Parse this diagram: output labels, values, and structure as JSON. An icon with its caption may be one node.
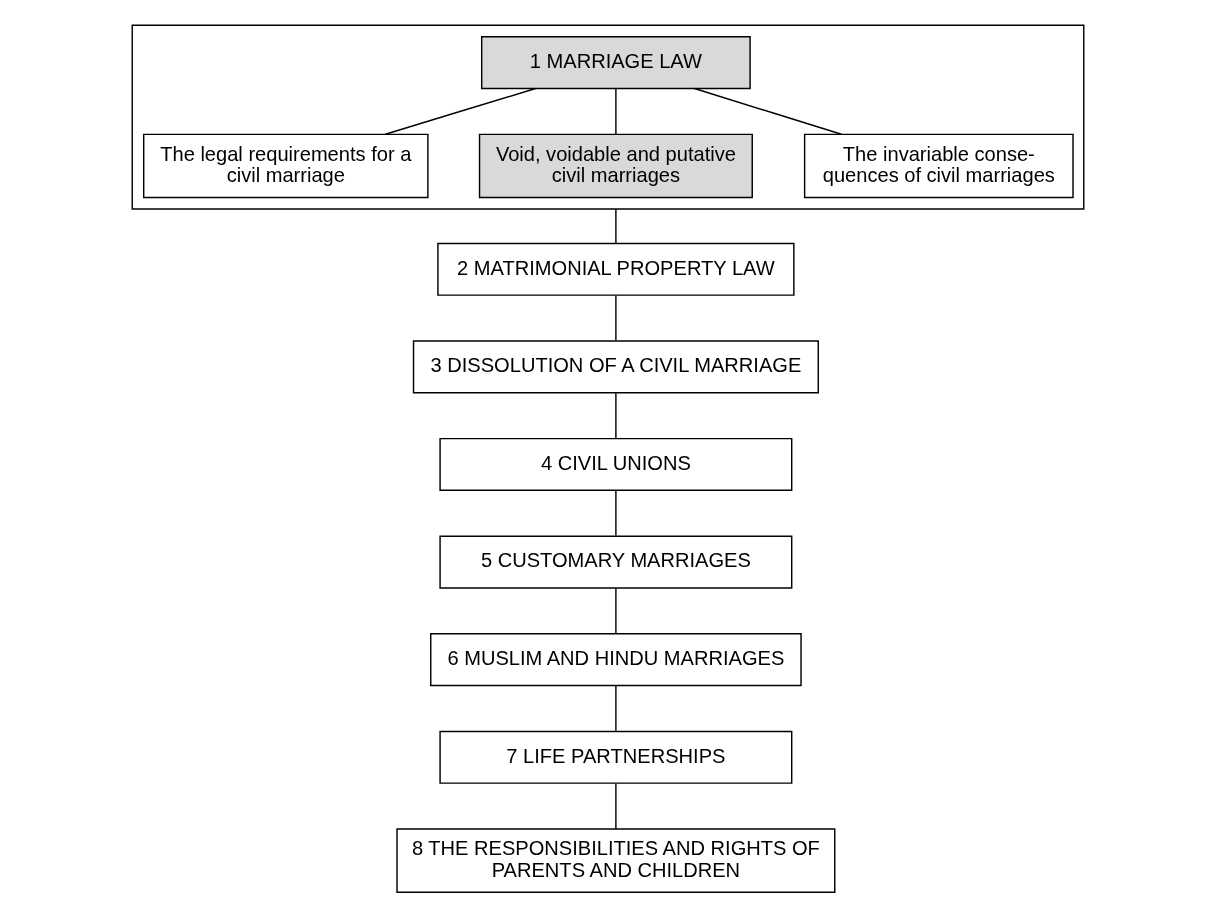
{
  "diagram": {
    "nodes": [
      {
        "text": [],
        "shape": "box"
      },
      {
        "text": [
          "1 MARRIAGE LAW"
        ],
        "in": 0
      },
      {
        "text": [
          "The legal requirements for a civil marriage"
        ],
        "in": 0
      },
      {
        "text": [
          "Void, voidable and putative civil marriages"
        ],
        "in": 0
      },
      {
        "text": [
          "The invariable conse- quences of civil marriages"
        ],
        "in": 0
      },
      {
        "text": [
          "2 MATRIMONIAL PROPERTY LAW"
        ]
      },
      {
        "text": [
          "3 DISSOLUTION OF A CIVIL MARRIAGE"
        ]
      },
      {
        "text": [
          "4 CIVIL UNIONS"
        ]
      },
      {
        "text": [
          "5 CUSTOMARY MARRIAGES"
        ]
      },
      {
        "text": [
          "6 MUSLIM AND HINDU MARRIAGES"
        ]
      },
      {
        "text": [
          "7 LIFE PARTNERSHIPS"
        ]
      },
      {
        "text": [
          "8 THE RESPONSIBILITIES AND RIGHTS OF PARENTS AND CHILDREN"
        ]
      }
    ],
    "edges": [
      {
        "from": 1,
        "to": 2,
        "arrow": "none"
      },
      {
        "from": 1,
        "to": 3,
        "arrow": "none"
      },
      {
        "from": 1,
        "to": 4,
        "arrow": "none"
      },
      {
        "from": 0,
        "to": 5,
        "arrow": "none"
      },
      {
        "from": 5,
        "to": 6,
        "arrow": "none"
      },
      {
        "from": 6,
        "to": 7,
        "arrow": "none"
      },
      {
        "from": 7,
        "to": 8,
        "arrow": "none"
      },
      {
        "from": 8,
        "to": 9,
        "arrow": "none"
      },
      {
        "from": 9,
        "to": 10,
        "arrow": "none"
      },
      {
        "from": 10,
        "to": 11,
        "arrow": "none"
      }
    ]
  }
}
